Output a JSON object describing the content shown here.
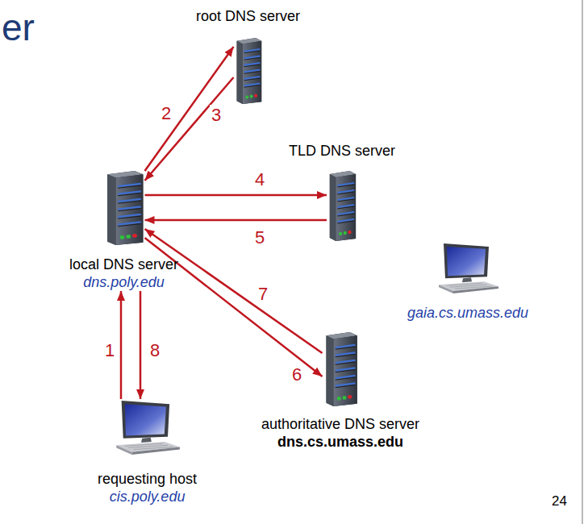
{
  "diagram": {
    "nodes": [
      {
        "text": [
          "root DNS server"
        ]
      },
      {
        "text": [
          "TLD DNS server"
        ]
      },
      {
        "text": [
          "local DNS server",
          "dns.poly.edu"
        ]
      },
      {
        "text": [
          "gaia.cs.umass.edu"
        ]
      },
      {
        "text": [
          "authoritative DNS server",
          "dns.cs.umass.edu"
        ]
      },
      {
        "text": [
          "requesting host",
          "cis.poly.edu"
        ]
      }
    ],
    "edges": [
      {
        "from": 5,
        "to": 2,
        "label": "1",
        "arrow": "to"
      },
      {
        "from": 2,
        "to": 0,
        "label": "2",
        "arrow": "to"
      },
      {
        "from": 0,
        "to": 2,
        "label": "3",
        "arrow": "to"
      },
      {
        "from": 2,
        "to": 1,
        "label": "4",
        "arrow": "to"
      },
      {
        "from": 1,
        "to": 2,
        "label": "5",
        "arrow": "to"
      },
      {
        "from": 2,
        "to": 4,
        "label": "6",
        "arrow": "to"
      },
      {
        "from": 4,
        "to": 2,
        "label": "7",
        "arrow": "to"
      },
      {
        "from": 2,
        "to": 5,
        "label": "8",
        "arrow": "to"
      }
    ],
    "labels": [
      "er",
      "24"
    ]
  }
}
